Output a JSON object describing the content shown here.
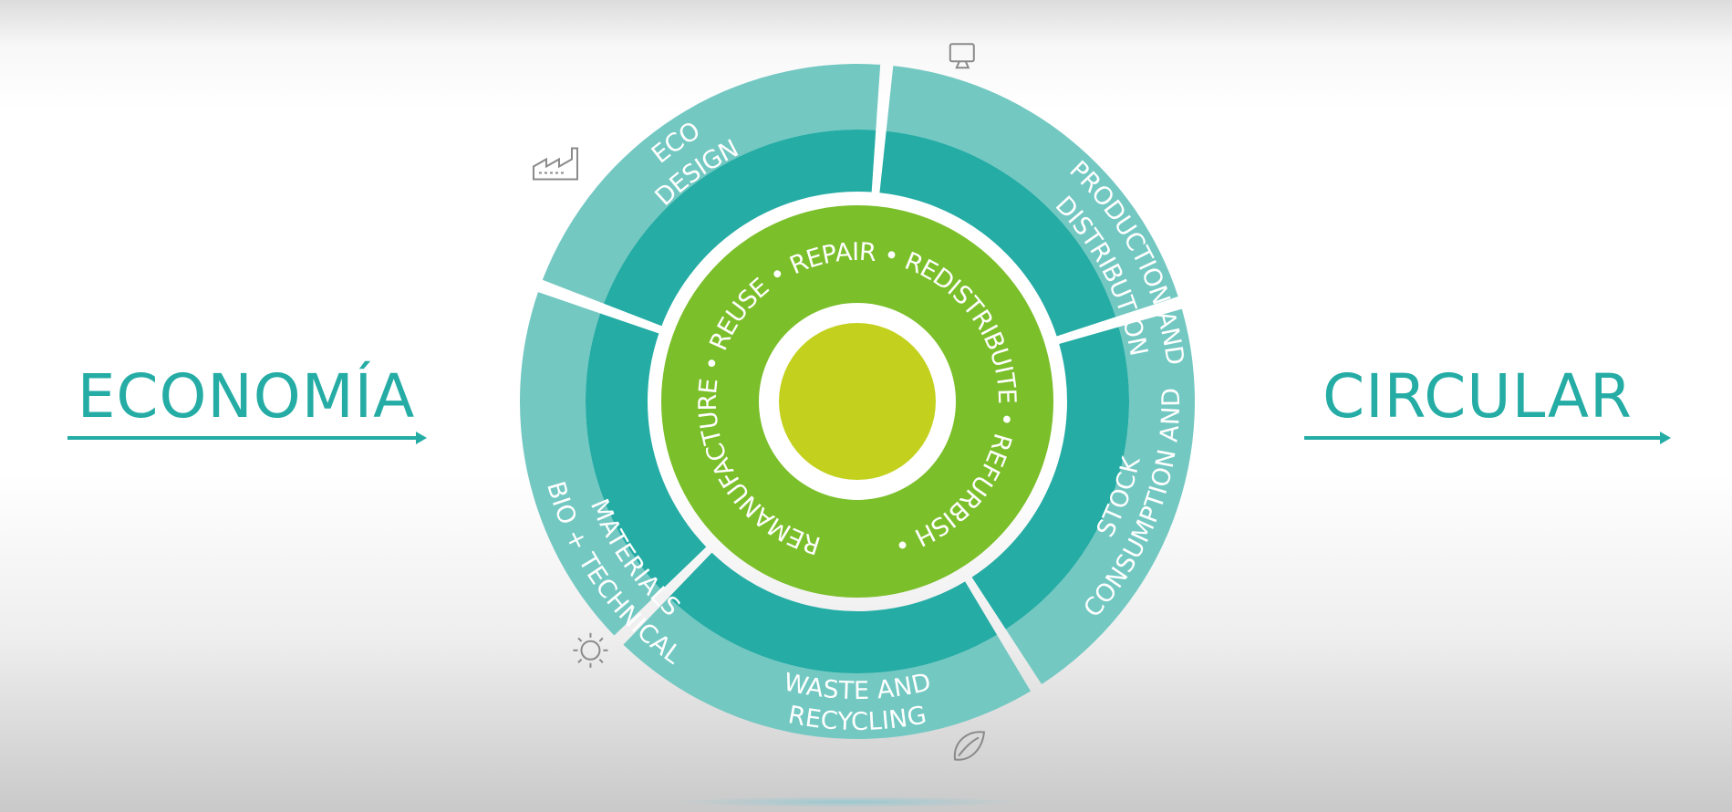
{
  "title_left": "ECONOMÍA",
  "title_right": "CIRCULAR",
  "colors": {
    "teal_dark": "#24aca5",
    "teal_light": "#73c8c2",
    "green": "#7bbf2a",
    "lime_core": "#c3d11e",
    "icon_stroke": "#8a8a8a"
  },
  "segments": [
    {
      "key": "production",
      "lines": [
        "PRODUCTION AND",
        "DISTRIBUTION"
      ],
      "icon": "factory-icon"
    },
    {
      "key": "consumption",
      "lines": [
        "CONSUMPTION AND",
        "STOCK"
      ],
      "icon": "computer-icon"
    },
    {
      "key": "waste",
      "lines": [
        "WASTE AND",
        "RECYCLING"
      ],
      "icon": "bin-icon"
    },
    {
      "key": "materials",
      "lines": [
        "BIO + TECHNICAL",
        "MATERIALS"
      ],
      "icon": "leaf-icon"
    },
    {
      "key": "eco",
      "lines": [
        "ECO",
        "DESIGN"
      ],
      "icon": "lightbulb-icon"
    }
  ],
  "inner_text": "REMANUFACTURE • REUSE • REPAIR • REDISTRIBUITE • REFURBISH •"
}
